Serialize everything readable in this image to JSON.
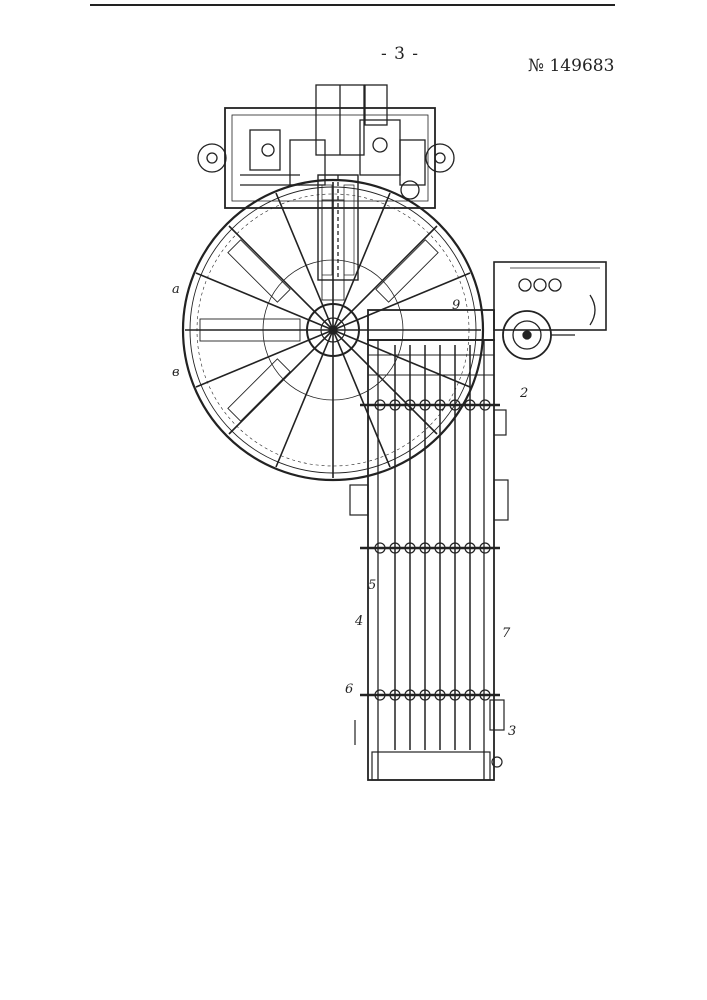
{
  "header": {
    "page_number": "- 3 -",
    "patent_number": "№ 149683"
  },
  "callouts": {
    "label_9": "9",
    "label_2": "2",
    "label_5": "5",
    "label_4": "4",
    "label_7": "7",
    "label_6": "6",
    "label_3": "3",
    "label_a": "а",
    "label_b": "в"
  }
}
